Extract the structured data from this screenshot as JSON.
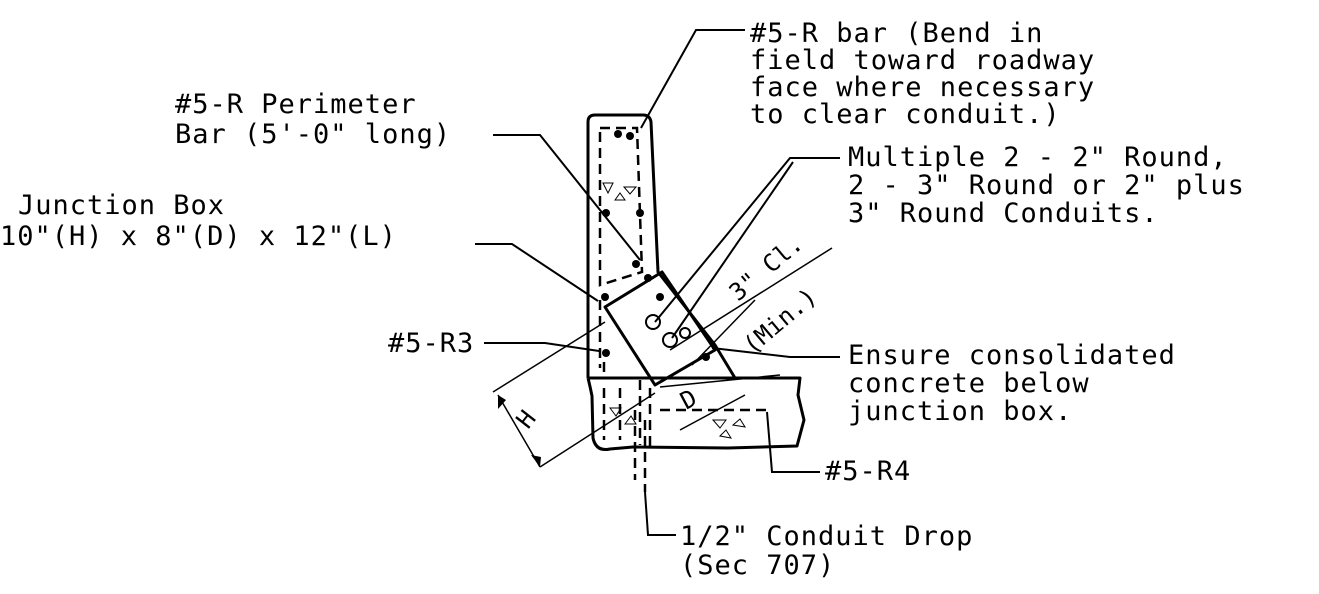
{
  "callouts": {
    "r_bar": [
      "#5-R bar (Bend in",
      "field toward roadway",
      "face where necessary",
      "to clear conduit.)"
    ],
    "perimeter_bar": [
      "#5-R Perimeter",
      "Bar (5'-0\" long)"
    ],
    "conduits": [
      "Multiple 2 - 2\" Round,",
      "2 - 3\" Round or 2\" plus",
      "3\" Round Conduits."
    ],
    "junction_box": [
      "Junction Box",
      "10\"(H) x 8\"(D) x 12\"(L)"
    ],
    "r3": "#5-R3",
    "consolidated": [
      "Ensure consolidated",
      "concrete below",
      "junction box."
    ],
    "r4": "#5-R4",
    "conduit_drop": [
      "1/2\" Conduit Drop",
      "(Sec 707)"
    ]
  },
  "dimensions": {
    "clearance": [
      "3\" Cl.",
      "(Min.)"
    ],
    "height": "H",
    "depth": "D"
  }
}
